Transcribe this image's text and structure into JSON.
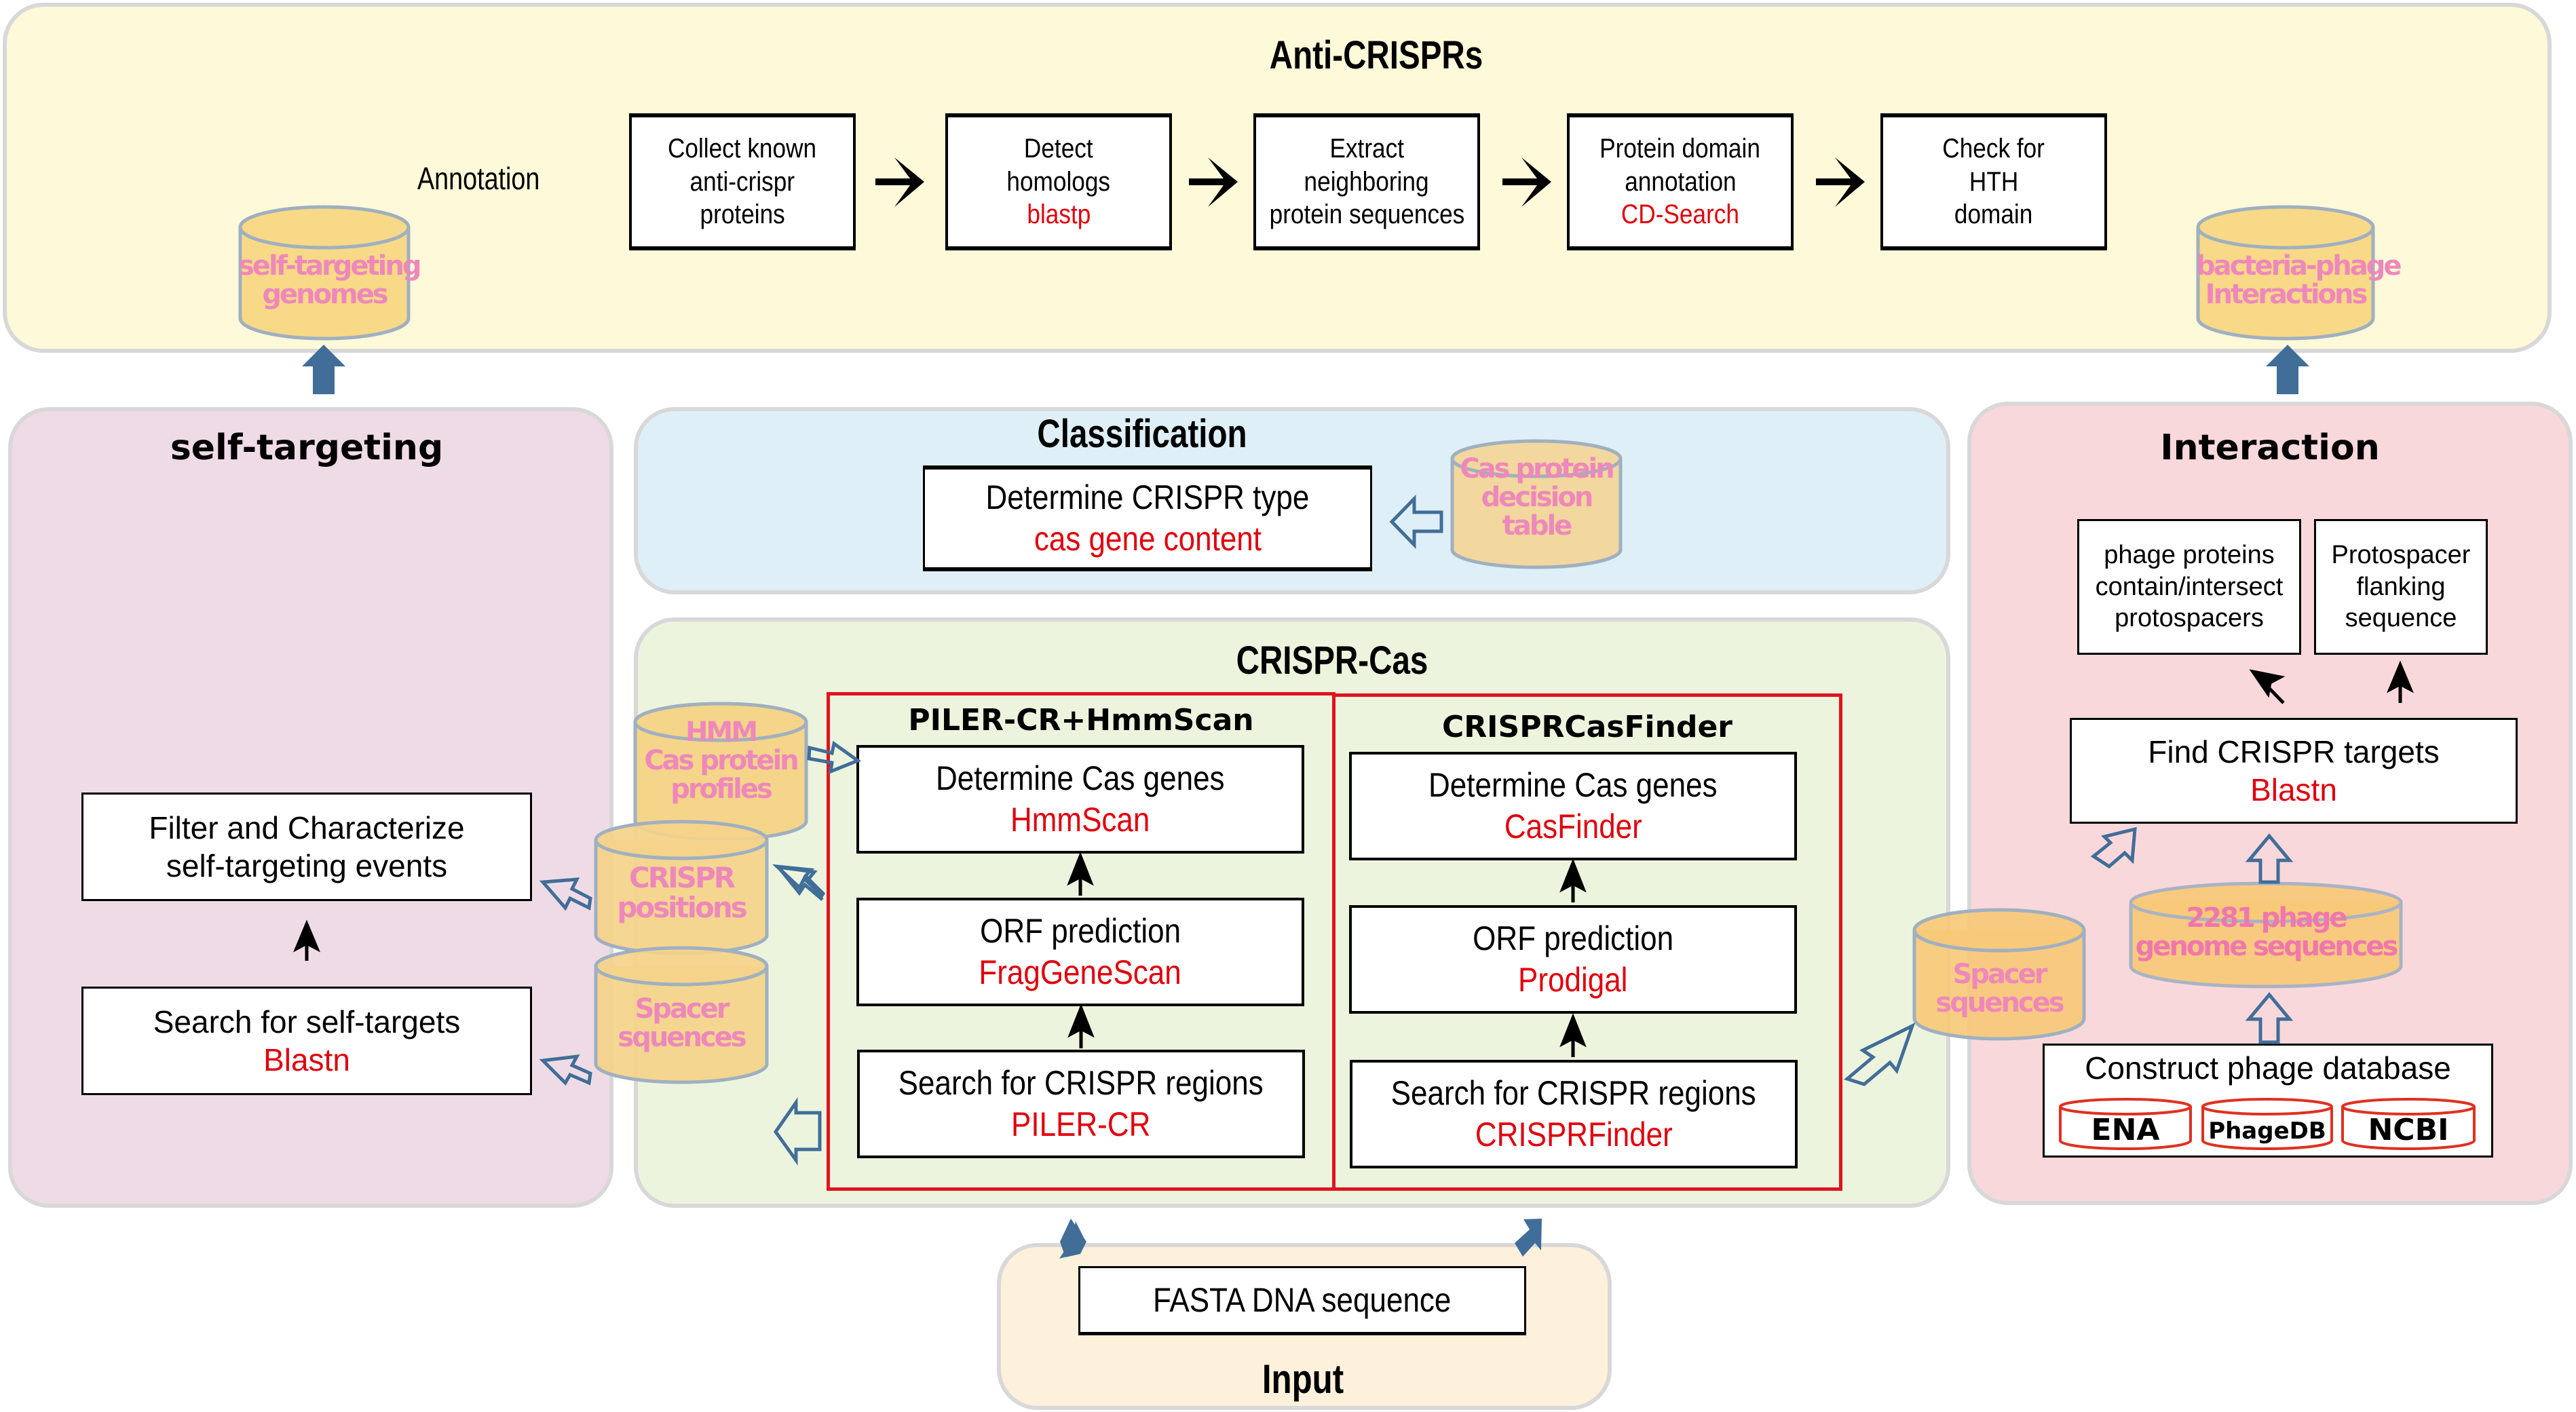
{
  "anti_crisprs": {
    "title": "Anti-CRISPRs",
    "annotation_label": "Annotation",
    "steps": [
      {
        "lines": [
          "Collect known",
          "anti-crispr",
          "proteins"
        ],
        "tool": ""
      },
      {
        "lines": [
          "Detect",
          "homologs"
        ],
        "tool": "blastp"
      },
      {
        "lines": [
          "Extract",
          "neighboring",
          "protein sequences"
        ],
        "tool": ""
      },
      {
        "lines": [
          "Protein domain",
          "annotation"
        ],
        "tool": "CD-Search"
      },
      {
        "lines": [
          "Check for",
          "HTH",
          "domain"
        ],
        "tool": ""
      }
    ],
    "db_left": [
      "self-targeting",
      "genomes"
    ],
    "db_right": [
      "bacteria-phage",
      "Interactions"
    ]
  },
  "self_targeting": {
    "title": "self-targeting",
    "filter_box": [
      "Filter and Characterize",
      "self-targeting events"
    ],
    "search_box": {
      "line": "Search for self-targets",
      "tool": "Blastn"
    }
  },
  "classification": {
    "title": "Classification",
    "box": {
      "line": "Determine CRISPR type",
      "tool": "cas gene content"
    },
    "db": [
      "Cas protein",
      "decision",
      "table"
    ]
  },
  "crispr_cas": {
    "title": "CRISPR-Cas",
    "pipelines": [
      {
        "title": "PILER-CR+HmmScan",
        "steps": [
          {
            "line": "Determine Cas genes",
            "tool": "HmmScan"
          },
          {
            "line": "ORF prediction",
            "tool": "FragGeneScan"
          },
          {
            "line": "Search for CRISPR regions",
            "tool": "PILER-CR"
          }
        ]
      },
      {
        "title": "CRISPRCasFinder",
        "steps": [
          {
            "line": "Determine Cas genes",
            "tool": "CasFinder"
          },
          {
            "line": "ORF prediction",
            "tool": "Prodigal"
          },
          {
            "line": "Search for CRISPR regions",
            "tool": "CRISPRFinder"
          }
        ]
      }
    ],
    "db_hmm": [
      "HMM",
      "Cas protein",
      "profiles"
    ],
    "db_positions": [
      "CRISPR",
      "positions"
    ],
    "db_spacer_left": [
      "Spacer",
      "squences"
    ],
    "db_spacer_right": [
      "Spacer",
      "squences"
    ]
  },
  "interaction": {
    "title": "Interaction",
    "out_left": [
      "phage proteins",
      "contain/intersect",
      "protospacers"
    ],
    "out_right": [
      "Protospacer",
      "flanking",
      "sequence"
    ],
    "find_box": {
      "line": "Find CRISPR targets",
      "tool": "Blastn"
    },
    "db_phage": [
      "2281 phage",
      "genome sequences"
    ],
    "construct": {
      "line": "Construct phage database",
      "sources": [
        "ENA",
        "PhageDB",
        "NCBI"
      ]
    }
  },
  "input": {
    "title": "Input",
    "box": "FASTA DNA sequence"
  },
  "colors": {
    "tool_red": "#e0000e",
    "db_fill": "#f8d987",
    "db_label": "#ee88bb",
    "flow_arrow": "#406e98"
  }
}
